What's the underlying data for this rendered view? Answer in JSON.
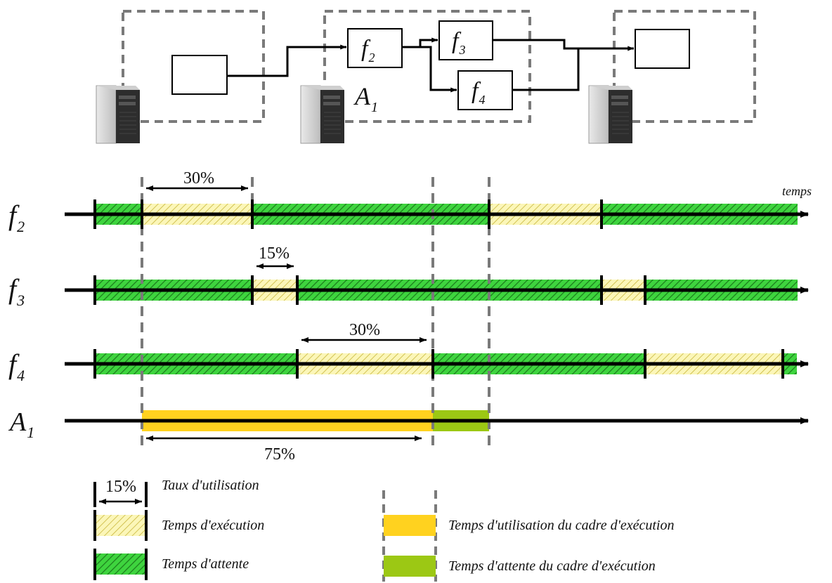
{
  "top": {
    "func_labels": {
      "f2": "f",
      "f2_sub": "2",
      "f3": "f",
      "f3_sub": "3",
      "f4": "f",
      "f4_sub": "4"
    },
    "agent_label": "A",
    "agent_sub": "1"
  },
  "timeline": {
    "axis_label": "temps",
    "rows": [
      {
        "label": "f",
        "sub": "2"
      },
      {
        "label": "f",
        "sub": "3"
      },
      {
        "label": "f",
        "sub": "4"
      },
      {
        "label": "A",
        "sub": "1"
      }
    ],
    "dimensions": {
      "f2_exec": "30%",
      "f3_exec": "15%",
      "f4_exec": "30%",
      "a1_use": "75%"
    }
  },
  "legend": {
    "rate_value": "15%",
    "rate_label": "Taux d'utilisation",
    "exec_label": "Temps d'exécution",
    "wait_label": "Temps d'attente",
    "frame_use_label": "Temps d'utilisation du cadre d'exécution",
    "frame_wait_label": "Temps d'attente du cadre d'exécution"
  },
  "colors": {
    "wait_green": "#3ed43e",
    "exec_yellow": "#f8f2a0",
    "frame_use": "#ffd21f",
    "frame_wait": "#9cc814",
    "dashed": "#7a7a7a"
  }
}
